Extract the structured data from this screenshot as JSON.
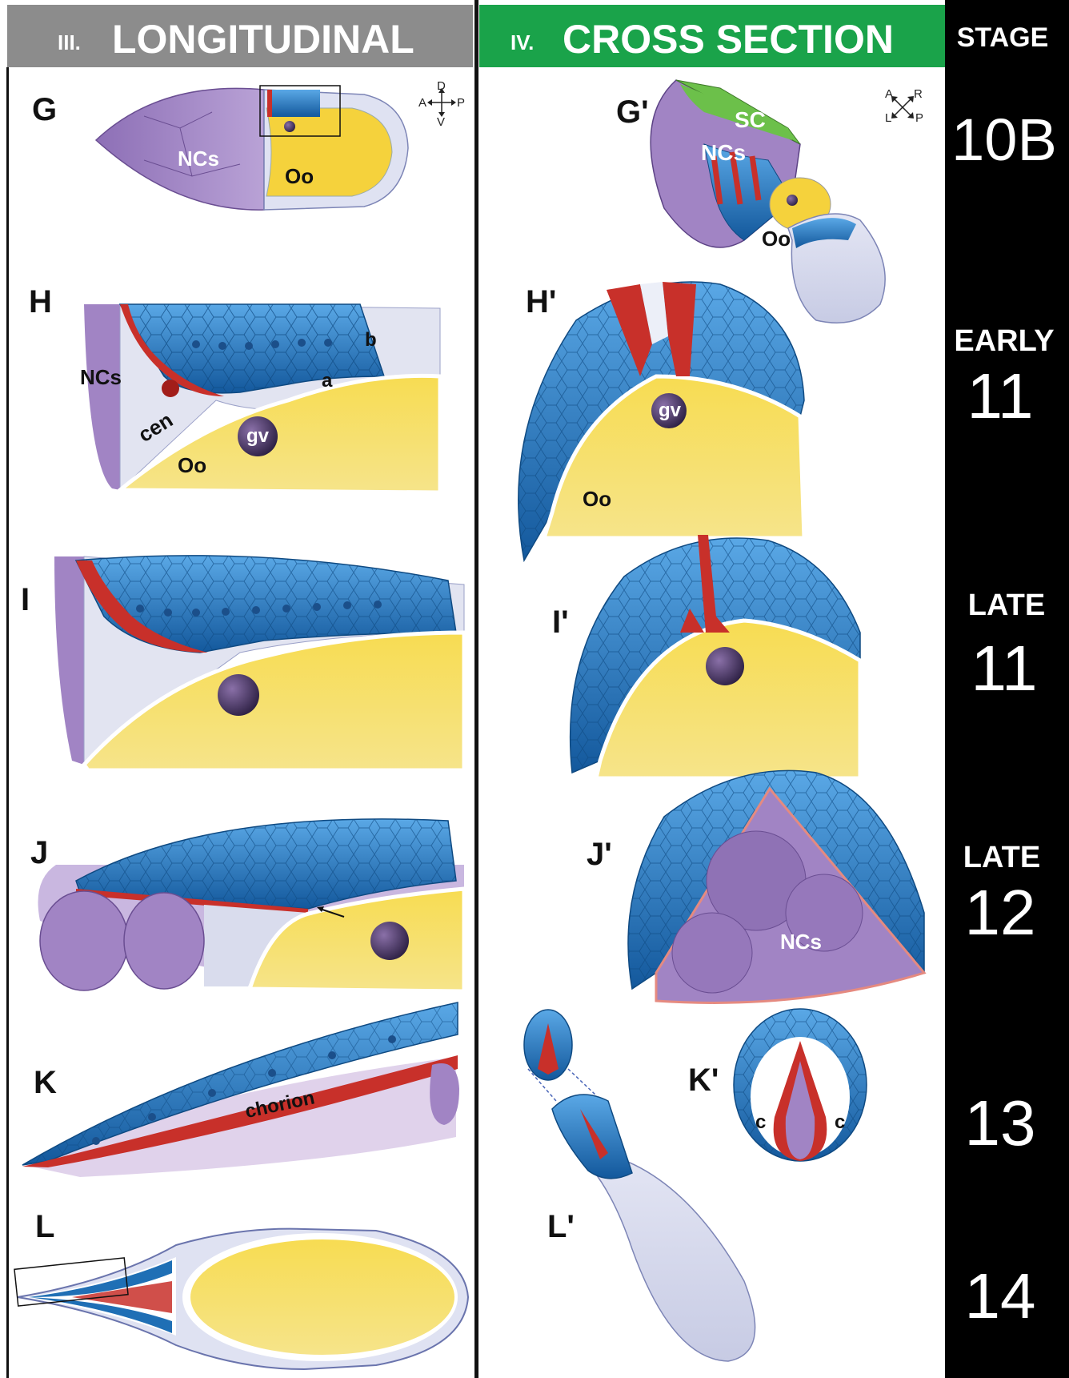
{
  "colors": {
    "longitudinal_header": "#8c8c8c",
    "cross_section_header": "#1aa34a",
    "stage_column": "#000000",
    "follicle_blue": "#1f6fb5",
    "centripetal_red": "#c8302a",
    "oocyte_yellow": "#f5d23c",
    "nurse_purple": "#a184c4",
    "stalk_green": "#6cc04a"
  },
  "headers": {
    "longitudinal": {
      "numeral": "III.",
      "title": "LONGITUDINAL"
    },
    "cross_section": {
      "numeral": "IV.",
      "title": "CROSS SECTION"
    },
    "stage": "STAGE"
  },
  "axes": {
    "longitudinal": {
      "D": "D",
      "V": "V",
      "A": "A",
      "P": "P",
      "icon": "four-way-arrow-icon"
    },
    "cross_section": {
      "A": "A",
      "R": "R",
      "L": "L",
      "P": "P",
      "icon": "diagonal-cross-arrow-icon"
    }
  },
  "stages": [
    {
      "line1": "10B",
      "line2": ""
    },
    {
      "line1": "EARLY",
      "line2": "11"
    },
    {
      "line1": "LATE",
      "line2": "11"
    },
    {
      "line1": "LATE",
      "line2": "12"
    },
    {
      "line1": "13",
      "line2": ""
    },
    {
      "line1": "14",
      "line2": ""
    }
  ],
  "panels": {
    "G": {
      "label": "G",
      "ncs": "NCs",
      "oo": "Oo"
    },
    "Gp": {
      "label": "G'",
      "sc": "SC",
      "ncs": "NCs",
      "oo": "Oo"
    },
    "H": {
      "label": "H",
      "ncs": "NCs",
      "b": "b",
      "a": "a",
      "cen": "cen",
      "gv": "gv",
      "oo": "Oo"
    },
    "Hp": {
      "label": "H'",
      "gv": "gv",
      "oo": "Oo"
    },
    "I": {
      "label": "I"
    },
    "Ip": {
      "label": "I'"
    },
    "J": {
      "label": "J"
    },
    "Jp": {
      "label": "J'",
      "ncs": "NCs"
    },
    "K": {
      "label": "K",
      "chorion": "chorion"
    },
    "Kp": {
      "label": "K'",
      "c_left": "c",
      "c_right": "c"
    },
    "L": {
      "label": "L"
    },
    "Lp": {
      "label": "L'"
    }
  }
}
